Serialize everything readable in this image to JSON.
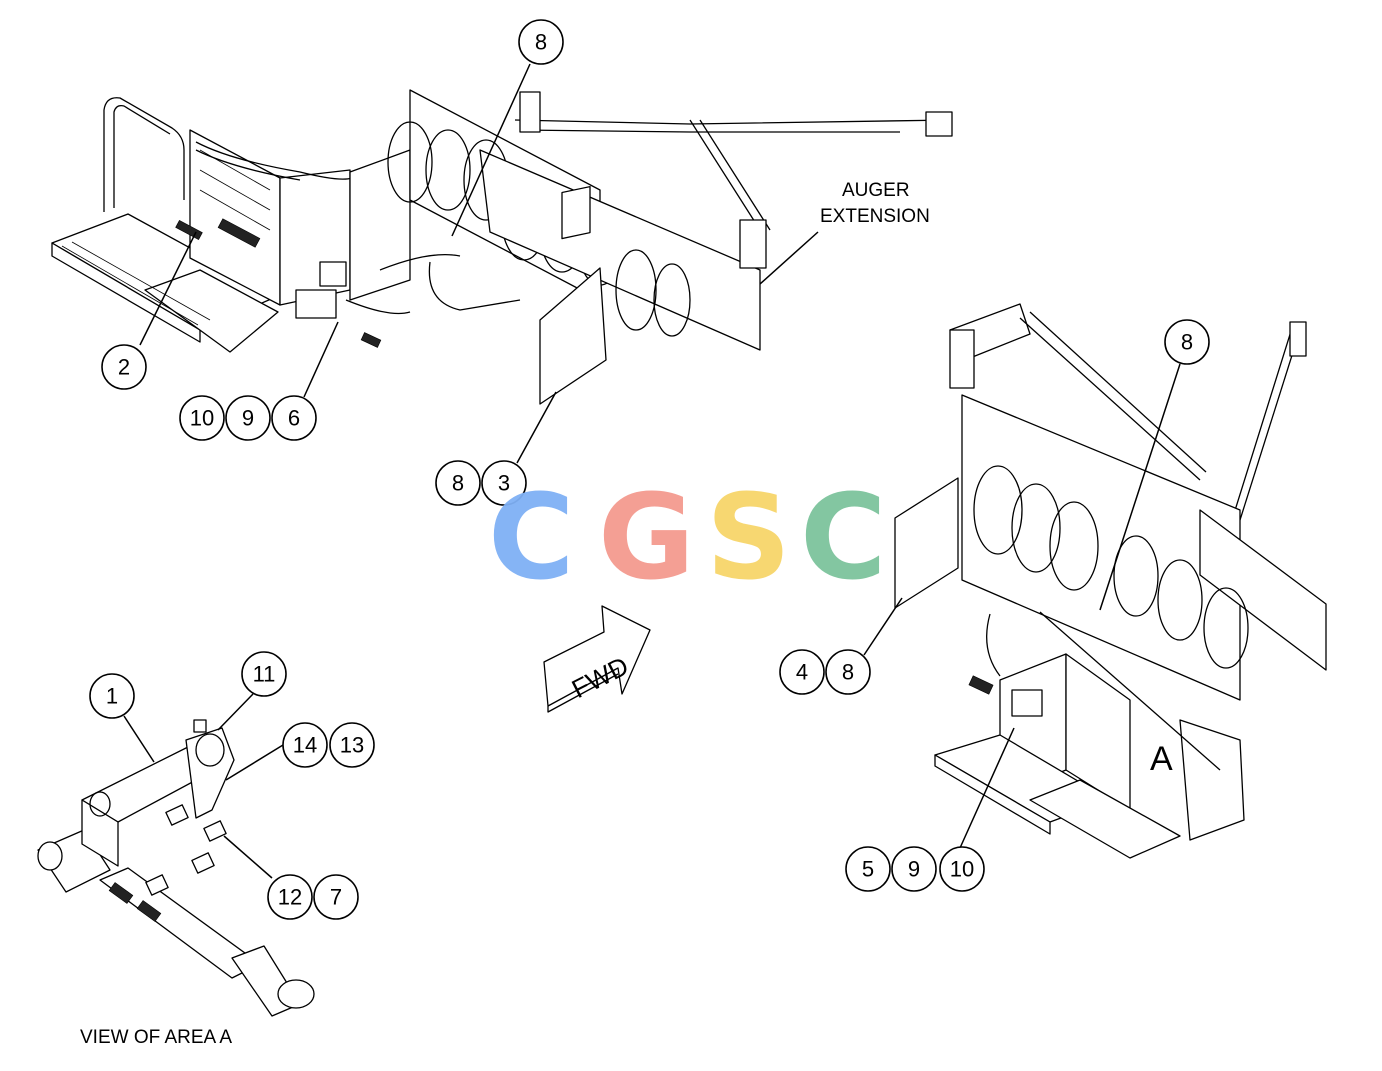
{
  "labels": {
    "auger_extension_line1": "AUGER",
    "auger_extension_line2": "EXTENSION",
    "view_of_area": "VIEW OF AREA  A",
    "fwd": "FWD",
    "area_letter": "A"
  },
  "watermark": {
    "letters": [
      "C",
      "G",
      "S",
      "C"
    ],
    "colors": [
      "#7fb0f5",
      "#f49a8f",
      "#f7d56a",
      "#7dc49c"
    ]
  },
  "callouts": {
    "top_8": "8",
    "left_2": "2",
    "group_10_9_6": [
      "10",
      "9",
      "6"
    ],
    "group_8_3": [
      "8",
      "3"
    ],
    "right_8": "8",
    "group_4_8": [
      "4",
      "8"
    ],
    "group_5_9_10": [
      "5",
      "9",
      "10"
    ],
    "detail_1": "1",
    "detail_11": "11",
    "group_14_13": [
      "14",
      "13"
    ],
    "group_12_7": [
      "12",
      "7"
    ]
  }
}
